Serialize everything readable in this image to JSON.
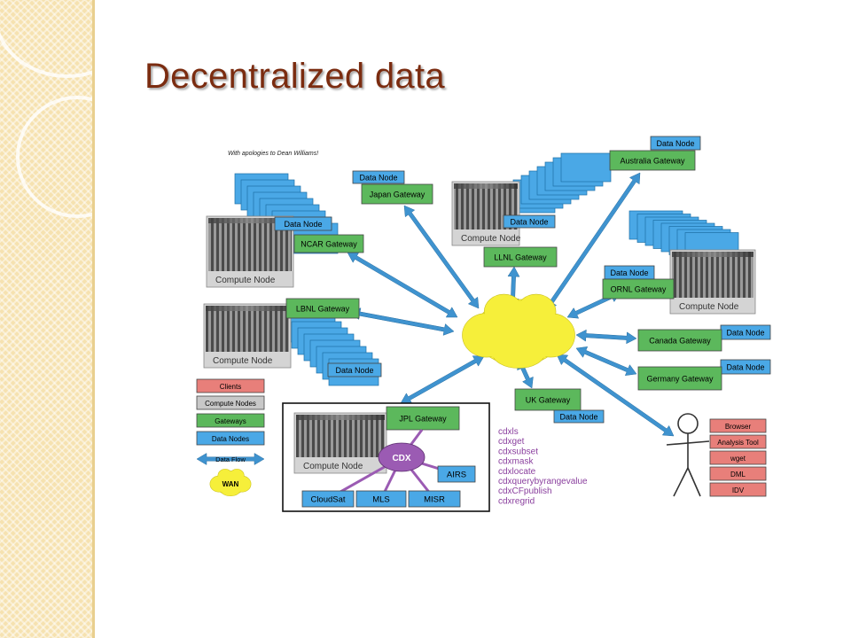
{
  "title": "Decentralized data",
  "subtitle_note": "With apologies to Dean Williams!",
  "labels": {
    "data_node": "Data Node",
    "compute_node": "Compute Node"
  },
  "gateways": {
    "ncar": "NCAR Gateway",
    "japan": "Japan Gateway",
    "llnl": "LLNL Gateway",
    "australia": "Australia Gateway",
    "ornl": "ORNL Gateway",
    "lbnl": "LBNL Gateway",
    "canada": "Canada Gateway",
    "germany": "Germany Gateway",
    "uk": "UK Gateway",
    "jpl": "JPL Gateway"
  },
  "cdx": {
    "hub": "CDX",
    "instruments": [
      "CloudSat",
      "MLS",
      "MISR",
      "AIRS"
    ]
  },
  "commands": [
    "cdxls",
    "cdxget",
    "cdxsubset",
    "cdxmask",
    "cdxlocate",
    "cdxquerybyrangevalue",
    "cdxCFpublish",
    "cdxregrid"
  ],
  "legend": {
    "clients": "Clients",
    "compute_nodes": "Compute Nodes",
    "gateways": "Gateways",
    "data_nodes": "Data Nodes",
    "data_flow": "Data Flow",
    "wan": "WAN"
  },
  "client_tools": [
    "Browser",
    "Analysis Tool",
    "wget",
    "DML",
    "IDV"
  ],
  "colors": {
    "gateway": "#5cb85c",
    "data_node": "#4aa8e6",
    "client": "#e87f7a",
    "compute": "#c8c8c8",
    "arrow": "#3f93cf",
    "cloud": "#f6ef3a",
    "cdx": "#9b5bb3",
    "command_text": "#8a3f9e",
    "title": "#7b2c10"
  }
}
